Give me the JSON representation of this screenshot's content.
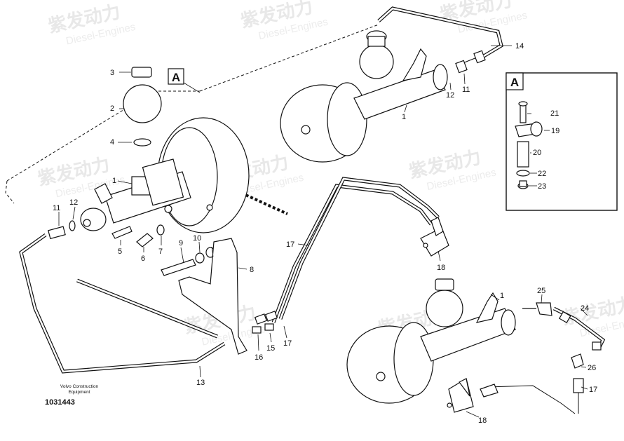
{
  "watermark": {
    "cn": "紫发动力",
    "en": "Diesel-Engines"
  },
  "caption": {
    "line1": "Volvo Construction",
    "line2": "Equipment"
  },
  "doc_number": "1031443",
  "detail_box": {
    "label": "A"
  },
  "view_label": "A",
  "callouts": {
    "c1a": "1",
    "c1b": "1",
    "c1c": "1",
    "c2": "2",
    "c3": "3",
    "c4": "4",
    "c5": "5",
    "c6": "6",
    "c7": "7",
    "c8": "8",
    "c9": "9",
    "c10": "10",
    "c11a": "11",
    "c11b": "11",
    "c12a": "12",
    "c12b": "12",
    "c13": "13",
    "c14": "14",
    "c15": "15",
    "c16": "16",
    "c17a": "17",
    "c17b": "17",
    "c17c": "17",
    "c18a": "18",
    "c18b": "18",
    "c19": "19",
    "c20": "20",
    "c21": "21",
    "c22": "22",
    "c23": "23",
    "c24": "24",
    "c25": "25",
    "c26": "26"
  }
}
